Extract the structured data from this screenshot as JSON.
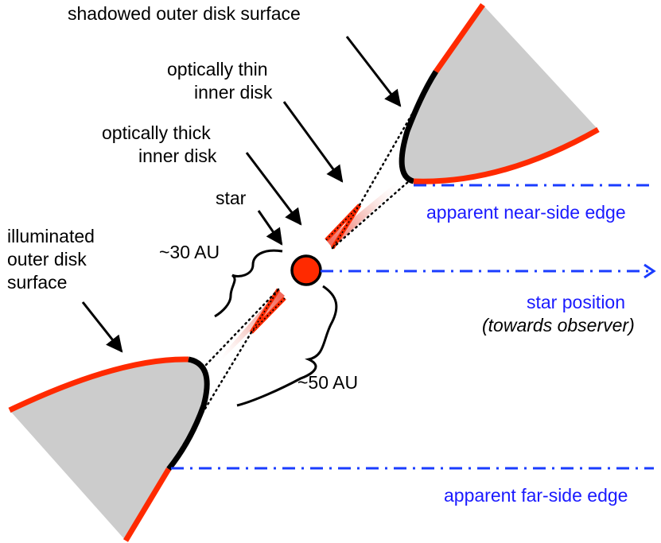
{
  "colors": {
    "disk_fill": "#cccccc",
    "illuminated_surface": "#ff2a00",
    "shadowed_surface": "#000000",
    "star_fill": "#ff2a00",
    "blue_lines": "#1a3cff",
    "blue_text": "#1a1aff"
  },
  "labels": {
    "shadowed_outer": "shadowed outer disk surface",
    "thin_line1": "optically thin",
    "thin_line2": "inner disk",
    "thick_line1": "optically thick",
    "thick_line2": "inner disk",
    "star": "star",
    "illum_line1": "illuminated",
    "illum_line2": "outer disk",
    "illum_line3": "surface",
    "au30": "~30 AU",
    "au50": "~50 AU",
    "near_edge": "apparent near-side edge",
    "star_pos1": "star position",
    "star_pos2": "(towards observer)",
    "far_edge": "apparent far-side edge"
  },
  "icons": {
    "label_arrows": "black-arrow-icon",
    "sightline_arrow": "blue-arrowhead-icon"
  }
}
